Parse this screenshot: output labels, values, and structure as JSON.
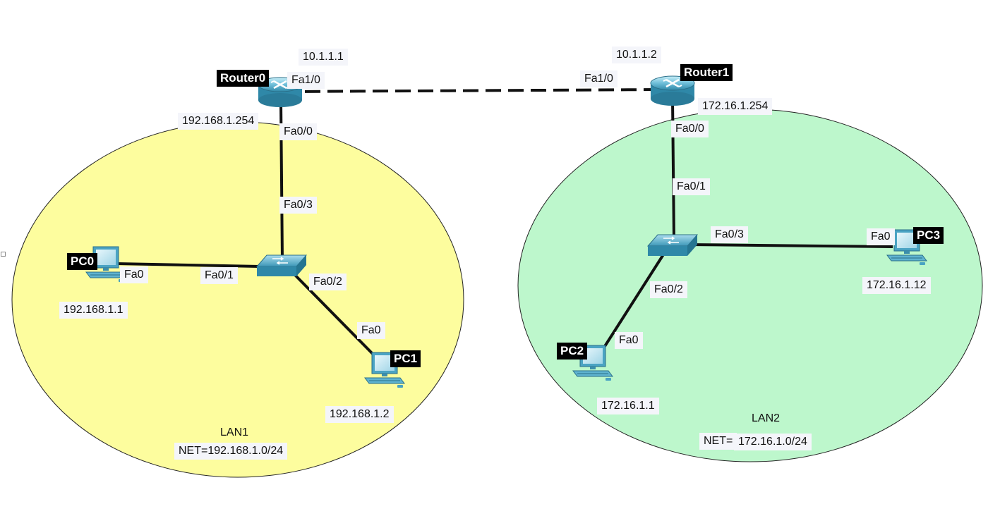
{
  "colors": {
    "lan1_fill": "#fdfd9e",
    "lan2_fill": "#bdf7cc",
    "device_blue": "#4aa3c3",
    "label_bg": "#f4f5fa"
  },
  "devices": {
    "router0": {
      "name": "Router0",
      "icon": "router-icon"
    },
    "router1": {
      "name": "Router1",
      "icon": "router-icon"
    },
    "switch0": {
      "icon": "switch-icon"
    },
    "switch1": {
      "icon": "switch-icon"
    },
    "pc0": {
      "name": "PC0",
      "icon": "pc-icon"
    },
    "pc1": {
      "name": "PC1",
      "icon": "pc-icon"
    },
    "pc2": {
      "name": "PC2",
      "icon": "pc-icon"
    },
    "pc3": {
      "name": "PC3",
      "icon": "pc-icon"
    }
  },
  "ip_addresses": {
    "router0_fa10": "10.1.1.1",
    "router1_fa10": "10.1.1.2",
    "router0_fa00": "192.168.1.254",
    "router1_fa00": "172.16.1.254",
    "pc0": "192.168.1.1",
    "pc1": "192.168.1.2",
    "pc2": "172.16.1.1",
    "pc3": "172.16.1.12"
  },
  "ports": {
    "router0_fa10": "Fa1/0",
    "router1_fa10": "Fa1/0",
    "router0_fa00": "Fa0/0",
    "switch0_fa03": "Fa0/3",
    "switch0_fa01": "Fa0/1",
    "switch0_fa02": "Fa0/2",
    "pc0_fa0": "Fa0",
    "pc1_fa0": "Fa0",
    "router1_fa00": "Fa0/0",
    "switch1_fa01": "Fa0/1",
    "switch1_fa03": "Fa0/3",
    "switch1_fa02": "Fa0/2",
    "pc2_fa0": "Fa0",
    "pc3_fa0": "Fa0"
  },
  "lans": {
    "lan1": {
      "name": "LAN1",
      "net": "NET=192.168.1.0/24"
    },
    "lan2": {
      "name": "LAN2",
      "net_prefix": "NET=",
      "net_value": "172.16.1.0/24"
    }
  }
}
